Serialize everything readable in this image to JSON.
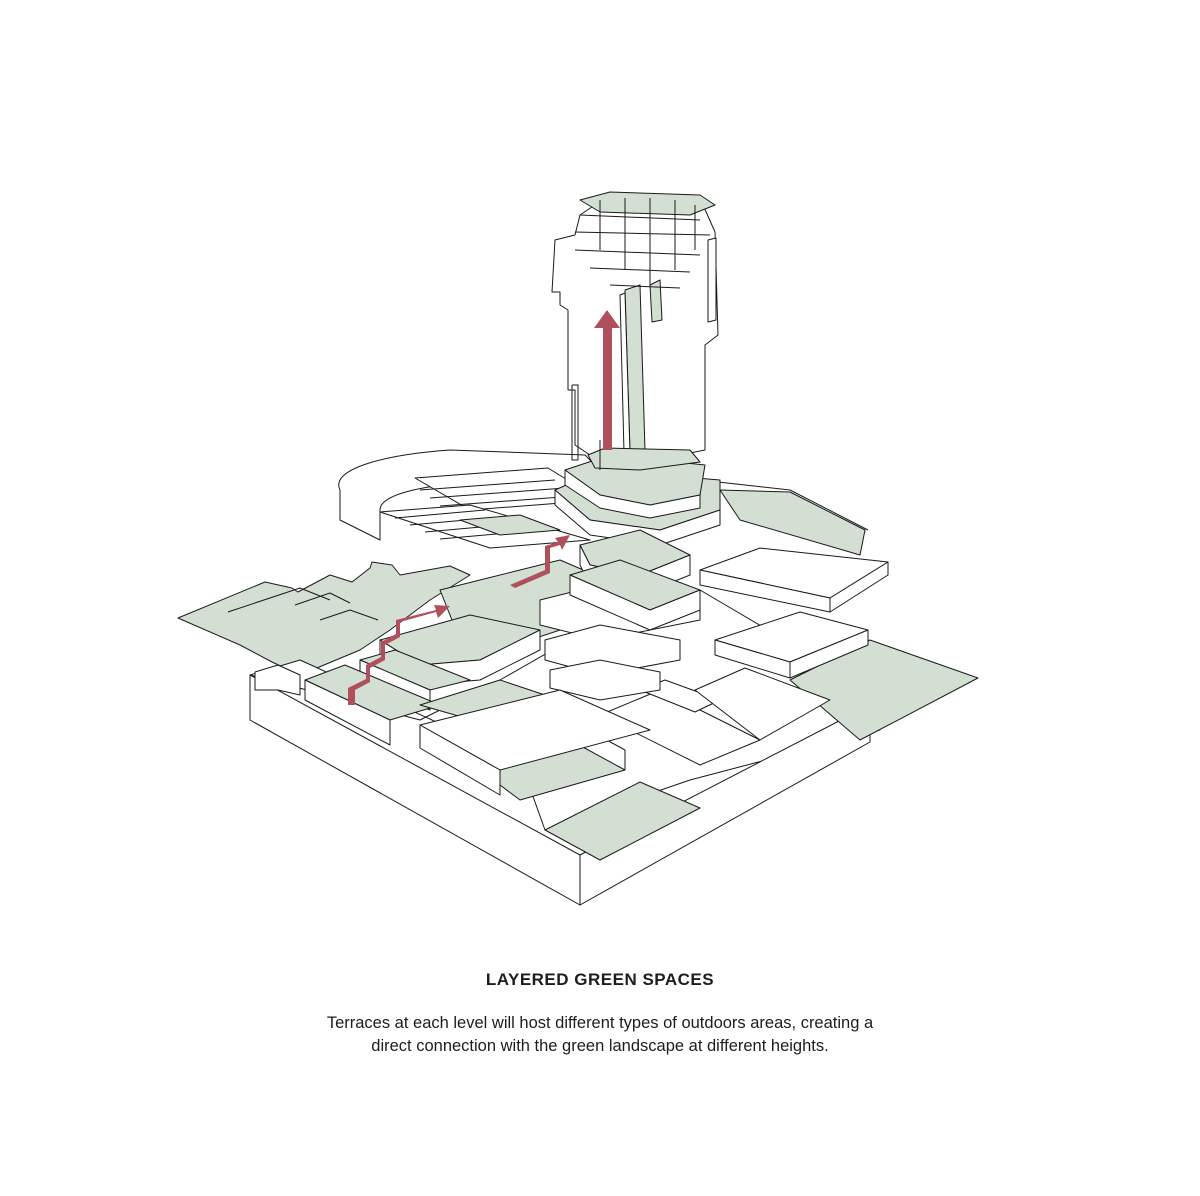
{
  "caption": {
    "title": "LAYERED GREEN SPACES",
    "body_line_1": "Terraces at each level will host different types of outdoors areas, creating a",
    "body_line_2": "direct connection with the green landscape at different heights."
  },
  "colors": {
    "background": "#ffffff",
    "green_space": "#d4dfd3",
    "outline": "#1a1a1a",
    "circulation_arrow": "#b0505c"
  },
  "icons": [
    "circulation-arrow-icon"
  ]
}
